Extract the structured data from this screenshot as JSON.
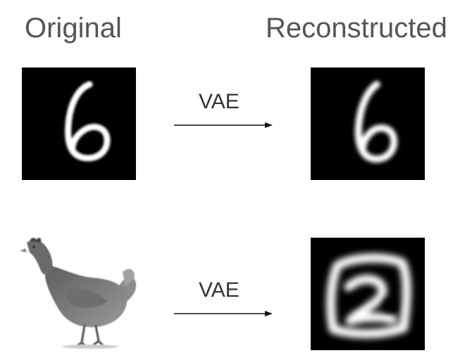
{
  "headings": {
    "original": "Original",
    "reconstructed": "Reconstructed"
  },
  "rows": [
    {
      "original_image": "mnist-digit-6",
      "process_label": "VAE",
      "reconstructed_image": "mnist-digit-6"
    },
    {
      "original_image": "chicken-photo",
      "process_label": "VAE",
      "reconstructed_image": "blurry-digit-2"
    }
  ],
  "colors": {
    "heading": "#555555",
    "tile_background": "#000000",
    "stroke": "#ffffff"
  }
}
